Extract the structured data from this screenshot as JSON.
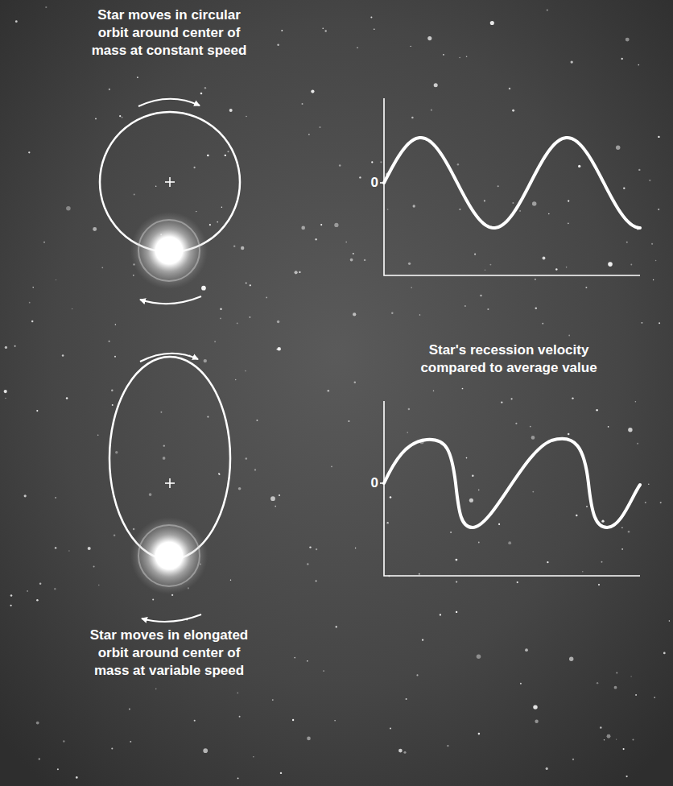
{
  "diagram": {
    "labels": [
      "Star moves in circular orbit around center of mass at constant speed",
      "0",
      "Star's recession velocity compared to average value",
      "0",
      "Star moves in elongated orbit around center of mass at variable speed"
    ]
  }
}
